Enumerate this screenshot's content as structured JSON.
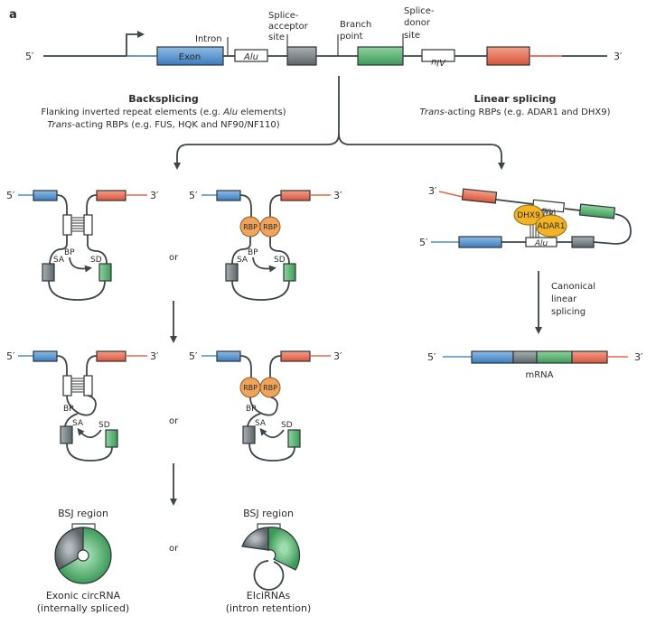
{
  "panel_label": "a",
  "colors": {
    "exon_blue": "#4f8fcc",
    "exon_grey": "#6e787d",
    "exon_green": "#4aa866",
    "exon_red": "#e5664d",
    "rbp_orange": "#f0a35a",
    "protein_yellow": "#f2b424",
    "backbone": "#3d4549"
  },
  "gene": {
    "five_prime": "5′",
    "three_prime": "3′",
    "exon_label": "Exon",
    "alu_label": "Alu",
    "alu_inverted_label": "Alu",
    "intron_label": "Intron",
    "splice_acceptor_label": [
      "Splice-",
      "acceptor",
      "site"
    ],
    "branch_point_label": [
      "Branch",
      "point"
    ],
    "splice_donor_label": [
      "Splice-",
      "donor",
      "site"
    ]
  },
  "backsplicing": {
    "title": "Backsplicing",
    "line1_pre": "Flanking inverted repeat elements (e.g. ",
    "line1_ital": "Alu",
    "line1_post": " elements)",
    "line2_ital": "Trans",
    "line2_post": "-acting RBPs (e.g. FUS, HQK and NF90/NF110)"
  },
  "linear": {
    "title": "Linear splicing",
    "line1_ital": "Trans",
    "line1_post": "-acting RBPs (e.g. ADAR1 and DHX9)",
    "step_label": [
      "Canonical",
      "linear",
      "splicing"
    ],
    "product_label": "mRNA",
    "dhx9": "DHX9",
    "adar1": "ADAR1"
  },
  "hairpin": {
    "rbp": "RBP",
    "bp": "BP",
    "sa": "SA",
    "sd": "SD",
    "or": "or"
  },
  "products": {
    "bsj_region": "BSJ region",
    "exonic_label": [
      "Exonic circRNA",
      "(internally spliced)"
    ],
    "eicirna_label": [
      "EIciRNAs",
      "(intron retention)"
    ]
  }
}
